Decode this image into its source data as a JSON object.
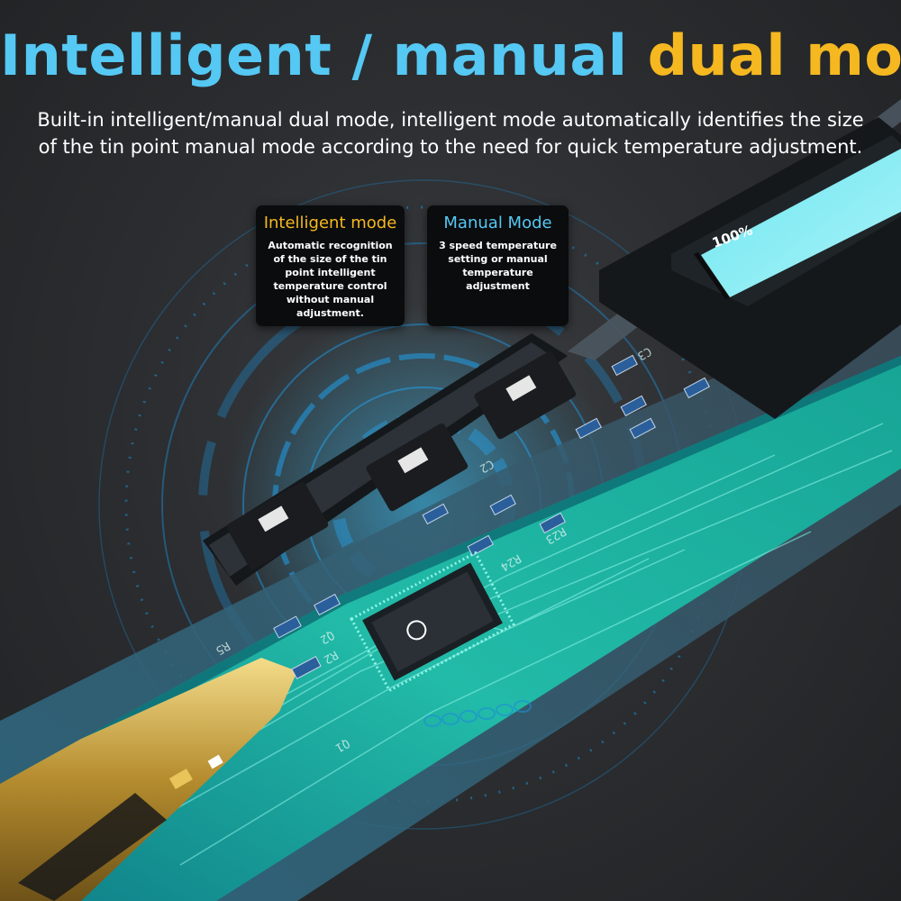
{
  "headline": {
    "main": "Intelligent / manual ",
    "accent": "dual mode"
  },
  "subheadline": "Built-in intelligent/manual dual mode, intelligent mode automatically identifies the size of the tin point manual mode according to the need for quick temperature adjustment.",
  "modes": [
    {
      "title": "Intelligent mode",
      "description": "Automatic recognition of the size of the tin point intelligent temperature control without manual adjustment."
    },
    {
      "title": "Manual Mode",
      "description": "3 speed temperature setting or manual temperature adjustment"
    }
  ],
  "device": {
    "screen_reading": "100%",
    "board_labels": [
      "R5",
      "R2",
      "Q2",
      "Q1",
      "R23",
      "R24",
      "C2",
      "C3"
    ]
  },
  "colors": {
    "title_blue": "#55c8f3",
    "title_yellow": "#f5b820",
    "background": "#2a2c2e",
    "board": "#1fb7a9",
    "hud_blue": "#1e8fd6"
  }
}
